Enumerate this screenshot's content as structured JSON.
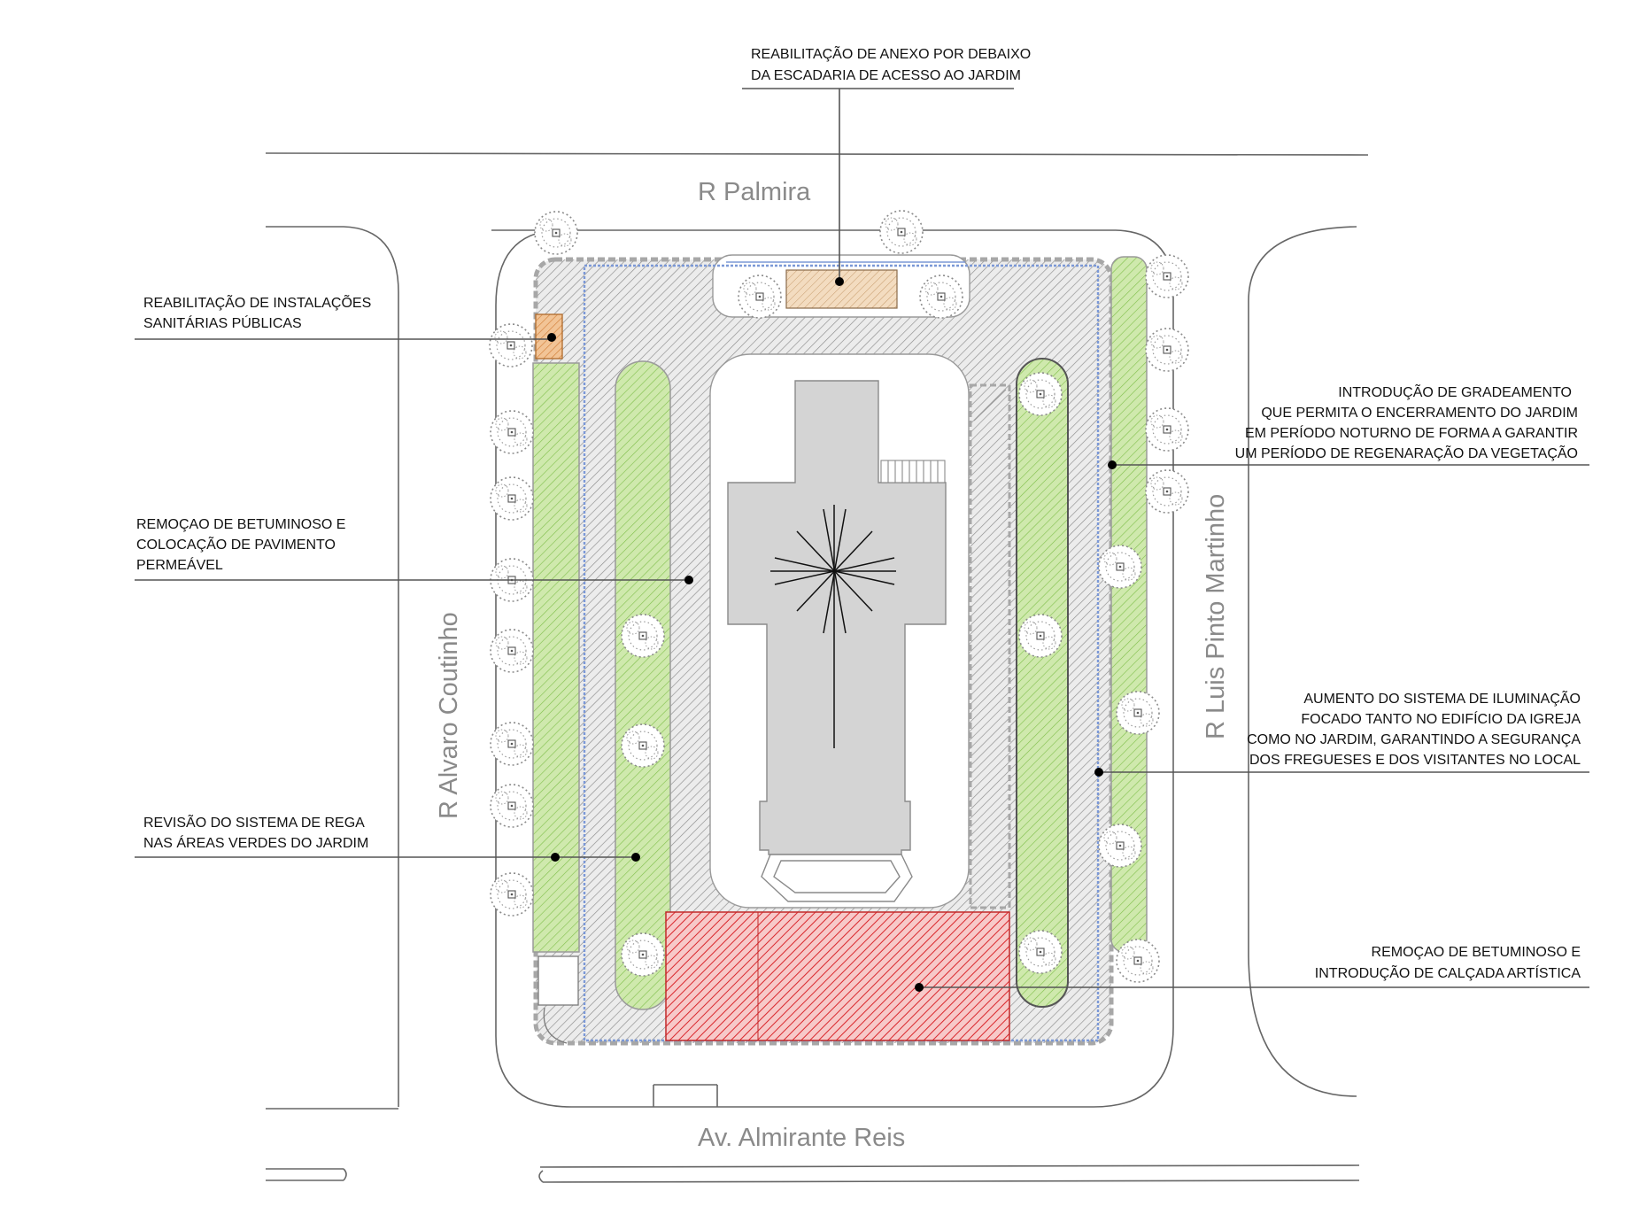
{
  "streets": {
    "north": "R Palmira",
    "south": "Av. Almirante Reis",
    "west": "R Alvaro Coutinho",
    "east": "R Luis Pinto Martinho"
  },
  "annotations": {
    "anexo": [
      "REABILITAÇÃO DE ANEXO POR DEBAIXO",
      "DA ESCADARIA DE ACESSO AO JARDIM"
    ],
    "sanitarias": [
      "REABILITAÇÃO DE INSTALAÇÕES",
      "SANITÁRIAS PÚBLICAS"
    ],
    "permeavel": [
      "REMOÇAO DE BETUMINOSO E",
      "COLOCAÇÃO DE PAVIMENTO",
      "PERMEÁVEL"
    ],
    "rega": [
      "REVISÃO DO SISTEMA DE REGA",
      "NAS ÁREAS VERDES DO JARDIM"
    ],
    "gradeamento": [
      "INTRODUÇÃO DE GRADEAMENTO",
      "QUE PERMITA O ENCERRAMENTO DO JARDIM",
      "EM PERÍODO NOTURNO DE FORMA A GARANTIR",
      "UM PERÍODO DE REGENARAÇÃO DA VEGETAÇÃO"
    ],
    "iluminacao": [
      "AUMENTO DO SISTEMA DE ILUMINAÇÃO",
      "FOCADO TANTO NO EDIFÍCIO DA IGREJA",
      "COMO NO JARDIM, GARANTINDO A SEGURANÇA",
      "DOS FREGUESES E DOS VISITANTES NO LOCAL"
    ],
    "calcada": [
      "REMOÇAO DE BETUMINOSO E",
      "INTRODUÇÃO DE CALÇADA ARTÍSTICA"
    ]
  },
  "colors": {
    "paving_hatch": "#8c8c8c",
    "green_area": "#cfe9ad",
    "green_hatch": "#7fbf4a",
    "red_area": "#d9262b",
    "orange_area": "#e8a463",
    "church": "#d4d4d4",
    "fence": "#7b98d6",
    "dashed_border": "#a7a7a7"
  }
}
